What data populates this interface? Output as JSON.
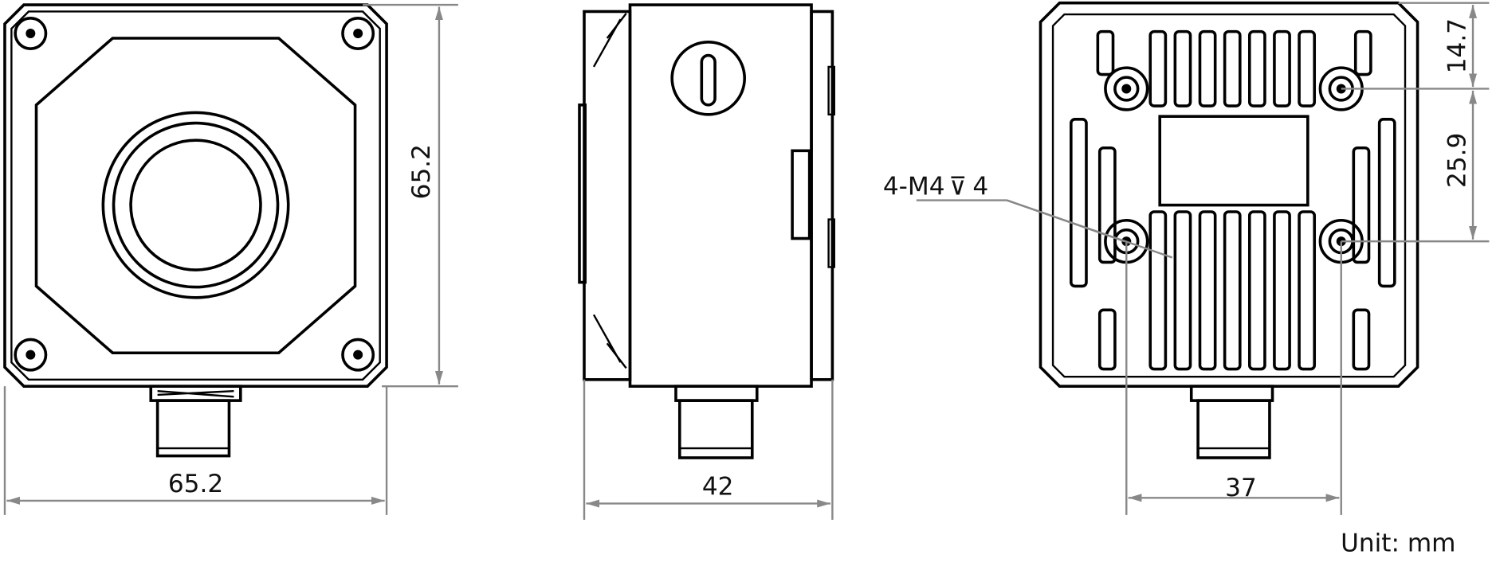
{
  "front_view": {
    "width_label": "65.2",
    "height_label": "65.2"
  },
  "side_view": {
    "depth_label": "42"
  },
  "back_view": {
    "thread_callout": "4-M4",
    "thread_depth": "4",
    "hole_spacing_label": "37",
    "top_offset_label": "14.7",
    "vertical_spacing_label": "25.9"
  },
  "unit_label": "Unit: mm"
}
